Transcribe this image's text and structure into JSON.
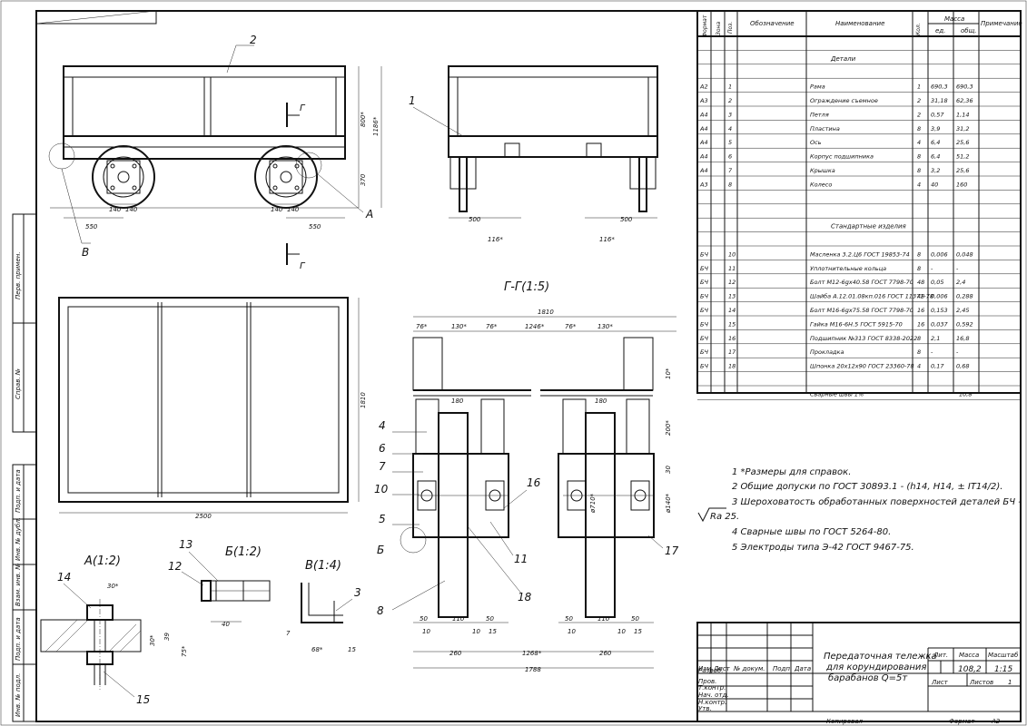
{
  "spec": {
    "headers": {
      "format": "Формат",
      "zone": "Зона",
      "pos": "Поз.",
      "designation": "Обозначение",
      "name": "Наименование",
      "qty": "Кол.",
      "mass": "Масса",
      "mass_unit": "ед.",
      "mass_total": "общ.",
      "note": "Примечание"
    },
    "section_details": "Детали",
    "details": [
      {
        "format": "А2",
        "pos": "1",
        "name": "Рама",
        "qty": "1",
        "unit": "690,3",
        "total": "690,3"
      },
      {
        "format": "А3",
        "pos": "2",
        "name": "Ограждение съемное",
        "qty": "2",
        "unit": "31,18",
        "total": "62,36"
      },
      {
        "format": "А4",
        "pos": "3",
        "name": "Петля",
        "qty": "2",
        "unit": "0,57",
        "total": "1,14"
      },
      {
        "format": "А4",
        "pos": "4",
        "name": "Пластина",
        "qty": "8",
        "unit": "3,9",
        "total": "31,2"
      },
      {
        "format": "А4",
        "pos": "5",
        "name": "Ось",
        "qty": "4",
        "unit": "6,4",
        "total": "25,6"
      },
      {
        "format": "А4",
        "pos": "6",
        "name": "Корпус подшипника",
        "qty": "8",
        "unit": "6,4",
        "total": "51,2"
      },
      {
        "format": "А4",
        "pos": "7",
        "name": "Крышка",
        "qty": "8",
        "unit": "3,2",
        "total": "25,6"
      },
      {
        "format": "А3",
        "pos": "8",
        "name": "Колесо",
        "qty": "4",
        "unit": "40",
        "total": "160"
      }
    ],
    "section_standard": "Стандартные изделия",
    "standard": [
      {
        "format": "БЧ",
        "pos": "10",
        "name": "Масленка 3.2.Ц6 ГОСТ 19853-74",
        "qty": "8",
        "unit": "0,006",
        "total": "0,048"
      },
      {
        "format": "БЧ",
        "pos": "11",
        "name": "Уплотнительные кольца",
        "qty": "8",
        "unit": "-",
        "total": "-"
      },
      {
        "format": "БЧ",
        "pos": "12",
        "name": "Болт М12-6gх40.58 ГОСТ 7798-70",
        "qty": "48",
        "unit": "0,05",
        "total": "2,4"
      },
      {
        "format": "БЧ",
        "pos": "13",
        "name": "Шайба А.12.01.08кп.016 ГОСТ 11371-78",
        "qty": "48",
        "unit": "0,006",
        "total": "0,288"
      },
      {
        "format": "БЧ",
        "pos": "14",
        "name": "Болт М16-6gх75.58 ГОСТ 7798-70",
        "qty": "16",
        "unit": "0,153",
        "total": "2,45"
      },
      {
        "format": "БЧ",
        "pos": "15",
        "name": "Гайка М16-6Н.5 ГОСТ 5915-70",
        "qty": "16",
        "unit": "0,037",
        "total": "0,592"
      },
      {
        "format": "БЧ",
        "pos": "16",
        "name": "Подшипник №313 ГОСТ 8338-2022",
        "qty": "8",
        "unit": "2,1",
        "total": "16,8"
      },
      {
        "format": "БЧ",
        "pos": "17",
        "name": "Прокладка",
        "qty": "8",
        "unit": "-",
        "total": "-"
      },
      {
        "format": "БЧ",
        "pos": "18",
        "name": "Шпонка 20х12х90 ГОСТ 23360-78",
        "qty": "4",
        "unit": "0,17",
        "total": "0,68"
      }
    ],
    "welds": {
      "name": "Сварные швы 1%",
      "total": "10,8"
    }
  },
  "notes": {
    "n1": "1  *Размеры для справок.",
    "n2": "2  Общие допуски по ГОСТ 30893.1 - (h14, H14, ± IT14/2).",
    "n3": "3  Шероховатость обработанных поверхностей деталей БЧ -",
    "n3b": "Ra 25.",
    "n4": "4  Сварные швы по ГОСТ 5264-80.",
    "n5": "5  Электроды типа Э-42 ГОСТ 9467-75."
  },
  "title_block": {
    "title1": "Передаточная тележка",
    "title2": "для корундирования",
    "title3": "барабанов Q=5т",
    "lit": "Лит.",
    "mass": "Масса",
    "scale": "Масштаб",
    "mass_value": "108,2",
    "scale_value": "1:15",
    "sheet": "Лист",
    "sheets": "Листов",
    "sheets_value": "1",
    "izm": "Изм.",
    "list": "Лист",
    "doc": "№ докум.",
    "sign": "Подп.",
    "date": "Дата",
    "razrab": "Разраб.",
    "prov": "Пров.",
    "tkontr": "Т.контр.",
    "nachotd": "Нач. отд.",
    "nkontr": "Н.контр.",
    "utv": "Утв.",
    "copied": "Копировал",
    "format": "Формат",
    "format_value": "А2"
  },
  "margin": {
    "perv": "Перв. примен.",
    "sprav": "Справ. №",
    "podp1": "Подп. и дата",
    "inv_dubl": "Инв. № дубл.",
    "vzam": "Взам. инв. №",
    "podp2": "Подп. и дата",
    "inv_podl": "Инв. № подл."
  },
  "views": {
    "section": "Г-Г(1:5)",
    "detailA": "А(1:2)",
    "detailB": "Б(1:2)",
    "detailV": "В(1:4)",
    "cutG1": "Г",
    "cutG2": "Г",
    "callA": "А",
    "callB": "Б",
    "callV": "В"
  },
  "dims": {
    "front": [
      "800*",
      "1186*",
      "370",
      "140",
      "140",
      "550",
      "140",
      "140",
      "550"
    ],
    "side": [
      "500",
      "500",
      "116*",
      "116*"
    ],
    "top": [
      "1810",
      "2500"
    ],
    "section": [
      "1810",
      "76*",
      "130*",
      "76*",
      "1246*",
      "76*",
      "130*",
      "180",
      "180",
      "10*",
      "200*",
      "30",
      "ø140*",
      "ø710*",
      "50",
      "110",
      "50",
      "10",
      "10",
      "15",
      "50",
      "110",
      "50",
      "10",
      "10",
      "15",
      "260",
      "1268*",
      "260",
      "1788"
    ],
    "detA": [
      "30*",
      "30*",
      "39",
      "75*"
    ],
    "detB": [
      "40"
    ],
    "detV": [
      "7",
      "68*",
      "15"
    ]
  },
  "balloons": {
    "b1": "1",
    "b2": "2",
    "b3": "3",
    "b4": "4",
    "b5": "5",
    "b6": "6",
    "b7": "7",
    "b8": "8",
    "b10": "10",
    "b11": "11",
    "b12": "12",
    "b13": "13",
    "b14": "14",
    "b15": "15",
    "b16": "16",
    "b17": "17",
    "b18": "18"
  }
}
